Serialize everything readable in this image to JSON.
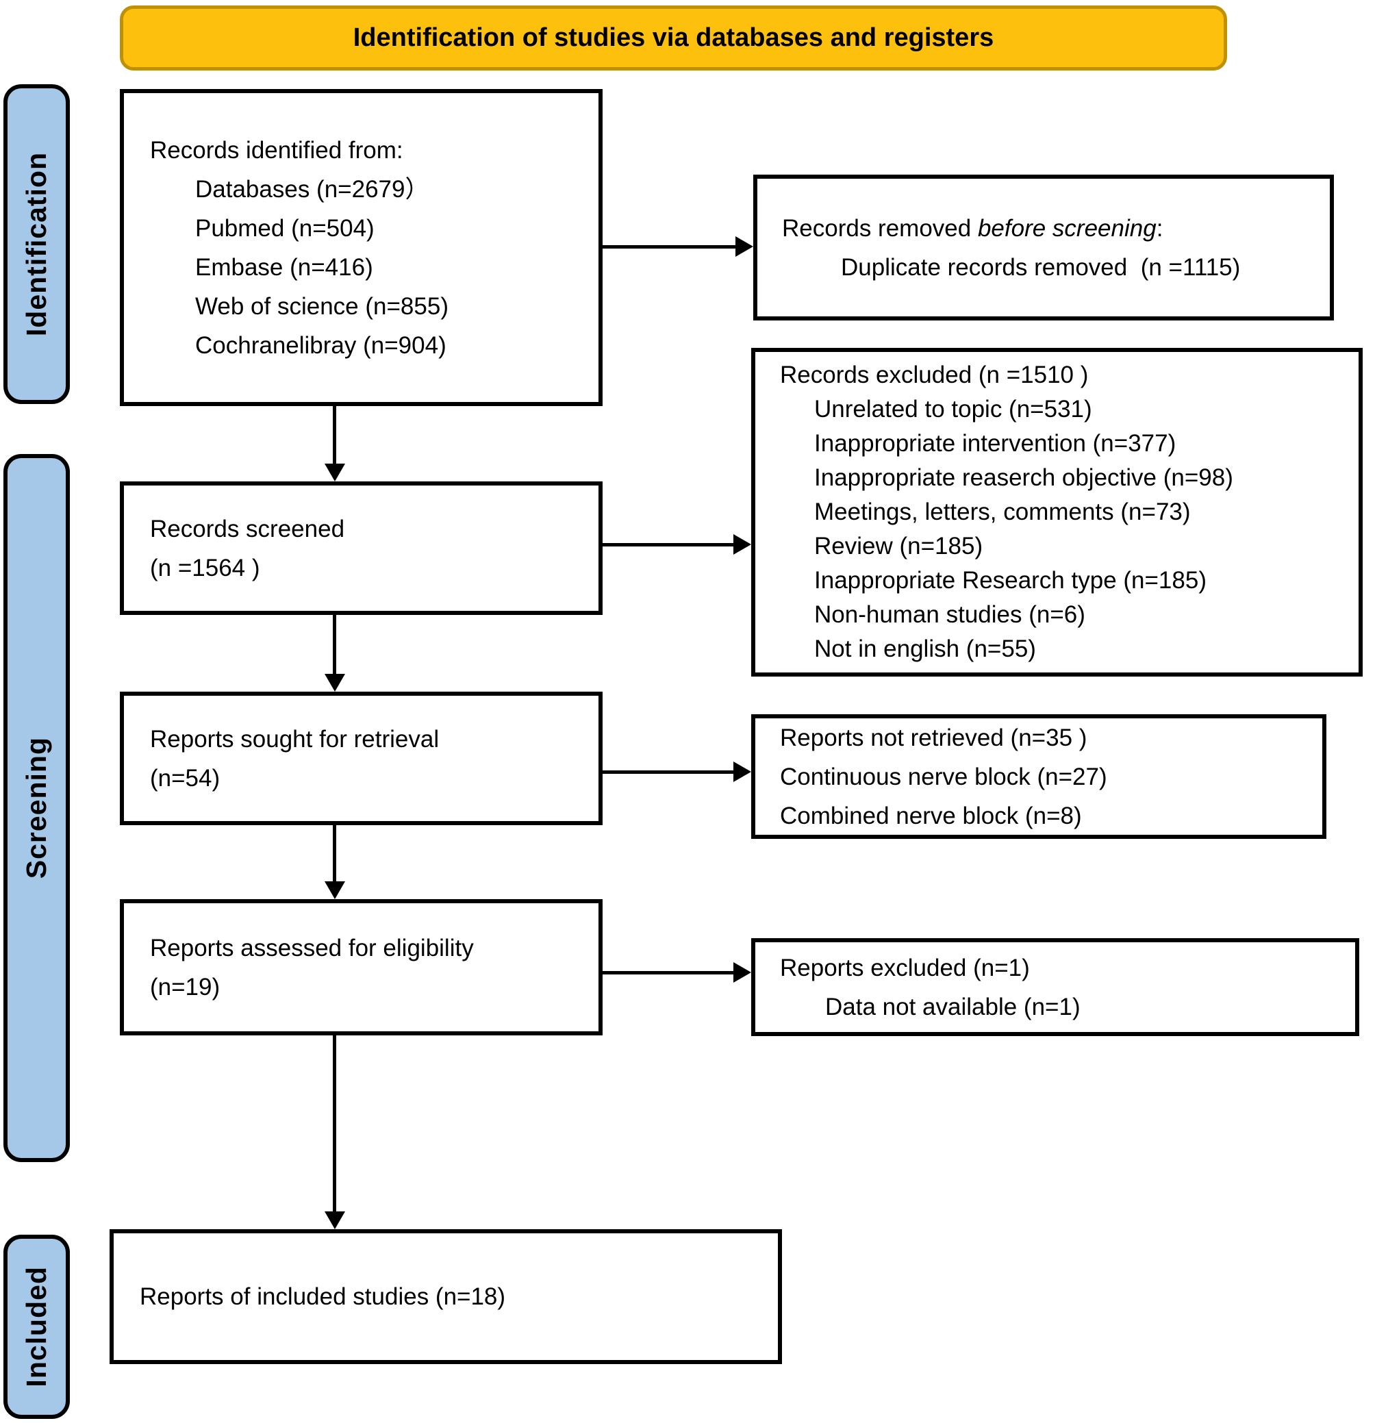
{
  "title": "Identification of studies via databases and registers",
  "colors": {
    "banner_fill": "#FDC10D",
    "banner_border": "#BF9000",
    "stage_fill": "#A5C8E9",
    "box_border": "#000000",
    "arrow": "#000000"
  },
  "stages": [
    {
      "label": "Identification"
    },
    {
      "label": "Screening"
    },
    {
      "label": "Included"
    }
  ],
  "boxes": {
    "records_identified": {
      "title": "Records identified from:",
      "items": [
        "Databases (n=2679）",
        "Pubmed (n=504)",
        "Embase (n=416)",
        "Web of science (n=855)",
        "Cochranelibray (n=904)"
      ]
    },
    "records_removed": {
      "text_prefix": "Records removed ",
      "text_italic": "before screening",
      "text_suffix": ":",
      "items": [
        "Duplicate records removed  (n =1115)"
      ]
    },
    "records_screened": {
      "lines": [
        "Records screened",
        "(n =1564 )"
      ]
    },
    "records_excluded": {
      "title": "Records excluded (n =1510 )",
      "items": [
        "Unrelated to topic (n=531)",
        "Inappropriate intervention (n=377)",
        "Inappropriate reaserch objective (n=98)",
        "Meetings, letters, comments (n=73)",
        "Review (n=185)",
        "Inappropriate Research type (n=185)",
        "Non-human studies (n=6)",
        "Not in english (n=55)"
      ]
    },
    "reports_sought": {
      "lines": [
        "Reports sought for retrieval",
        "(n=54)"
      ]
    },
    "reports_not_retrieved": {
      "lines": [
        "Reports not retrieved (n=35 )",
        "Continuous nerve block (n=27)",
        "Combined nerve block (n=8)"
      ]
    },
    "reports_assessed": {
      "lines": [
        "Reports assessed for eligibility",
        "(n=19)"
      ]
    },
    "reports_excluded": {
      "title": "Reports excluded (n=1)",
      "items": [
        "Data not available (n=1)"
      ]
    },
    "reports_included": {
      "lines": [
        "Reports of included studies (n=18)"
      ]
    }
  }
}
